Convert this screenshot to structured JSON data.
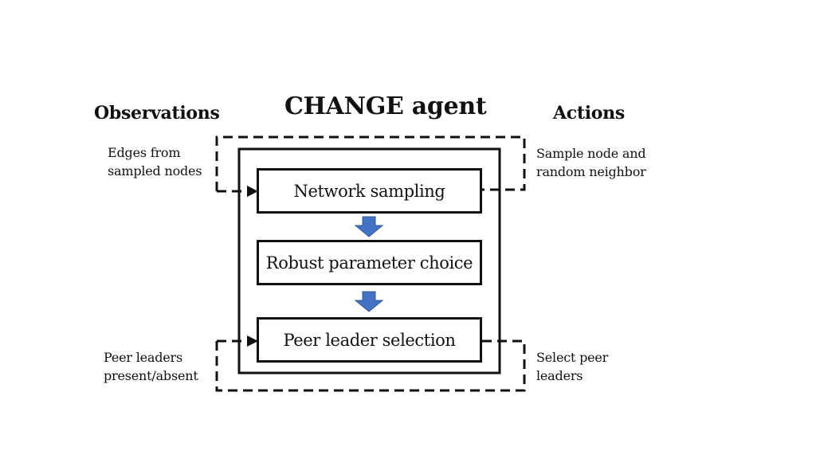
{
  "title": "CHANGE agent",
  "observations": {
    "heading": "Observations",
    "top": [
      "Edges from",
      "sampled nodes"
    ],
    "bottom": [
      "Peer leaders",
      "present/absent"
    ]
  },
  "actions": {
    "heading": "Actions",
    "top": [
      "Sample node and",
      "random neighbor"
    ],
    "bottom": [
      "Select peer",
      "leaders"
    ]
  },
  "stages": [
    "Network sampling",
    "Robust parameter choice",
    "Peer leader selection"
  ],
  "colors": {
    "stroke": "#111111",
    "flow_arrow": "#4472C4"
  }
}
